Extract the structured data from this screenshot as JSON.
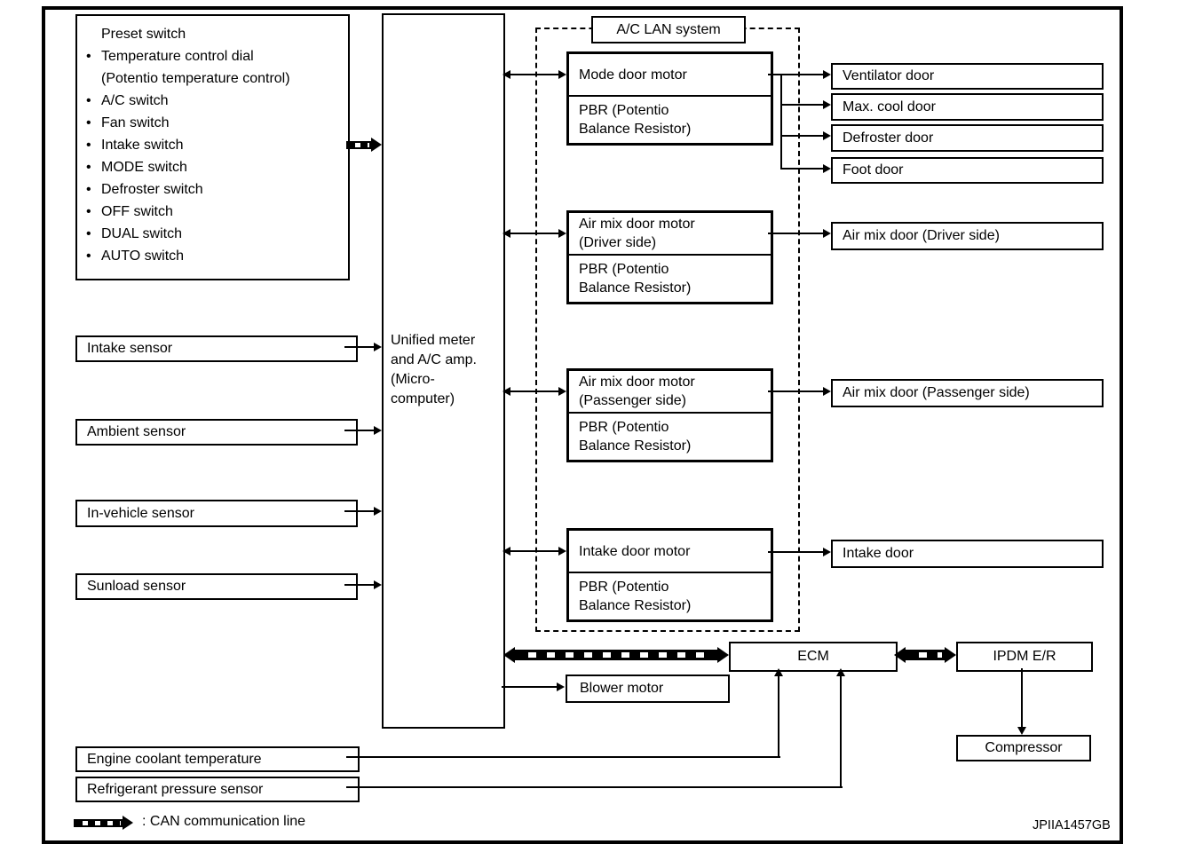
{
  "colors": {
    "ink": "#000000",
    "paper": "#ffffff"
  },
  "preset_switch": {
    "title": "Preset switch",
    "items": [
      {
        "marker": "•",
        "text": "Temperature control dial"
      },
      {
        "marker": "",
        "text": "(Potentio temperature control)"
      },
      {
        "marker": "•",
        "text": "A/C switch"
      },
      {
        "marker": "•",
        "text": "Fan switch"
      },
      {
        "marker": "•",
        "text": "Intake switch"
      },
      {
        "marker": "•",
        "text": "MODE switch"
      },
      {
        "marker": "•",
        "text": "Defroster switch"
      },
      {
        "marker": "•",
        "text": "OFF switch"
      },
      {
        "marker": "•",
        "text": "DUAL switch"
      },
      {
        "marker": "•",
        "text": "AUTO switch"
      }
    ]
  },
  "controller": {
    "text": "Unified meter\nand A/C amp.\n(Micro-\n computer)"
  },
  "lan_system": {
    "label": "A/C LAN system"
  },
  "motors": {
    "mode": {
      "name": "Mode door motor",
      "pbr": "PBR (Potentio\nBalance Resistor)"
    },
    "air_mix_driver": {
      "name": "Air mix door motor\n(Driver side)",
      "pbr": "PBR (Potentio\nBalance Resistor)"
    },
    "air_mix_passenger": {
      "name": "Air mix door motor\n(Passenger side)",
      "pbr": "PBR (Potentio\nBalance Resistor)"
    },
    "intake": {
      "name": "Intake door motor",
      "pbr": "PBR (Potentio\nBalance Resistor)"
    }
  },
  "doors": {
    "ventilator": "Ventilator door",
    "max_cool": "Max. cool door",
    "defroster": "Defroster door",
    "foot": "Foot door",
    "air_mix_driver": "Air mix door (Driver side)",
    "air_mix_passenger": "Air mix door (Passenger side)",
    "intake": "Intake door"
  },
  "sensors": {
    "intake": "Intake sensor",
    "ambient": "Ambient sensor",
    "in_vehicle": "In-vehicle sensor",
    "sunload": "Sunload sensor",
    "engine_coolant": "Engine coolant temperature",
    "refrigerant_pressure": "Refrigerant pressure sensor"
  },
  "units": {
    "ecm": "ECM",
    "ipdm": "IPDM E/R",
    "compressor": "Compressor",
    "blower_motor": "Blower motor"
  },
  "legend": {
    "can_label": ": CAN communication line"
  },
  "figure_code": "JPIIA1457GB"
}
